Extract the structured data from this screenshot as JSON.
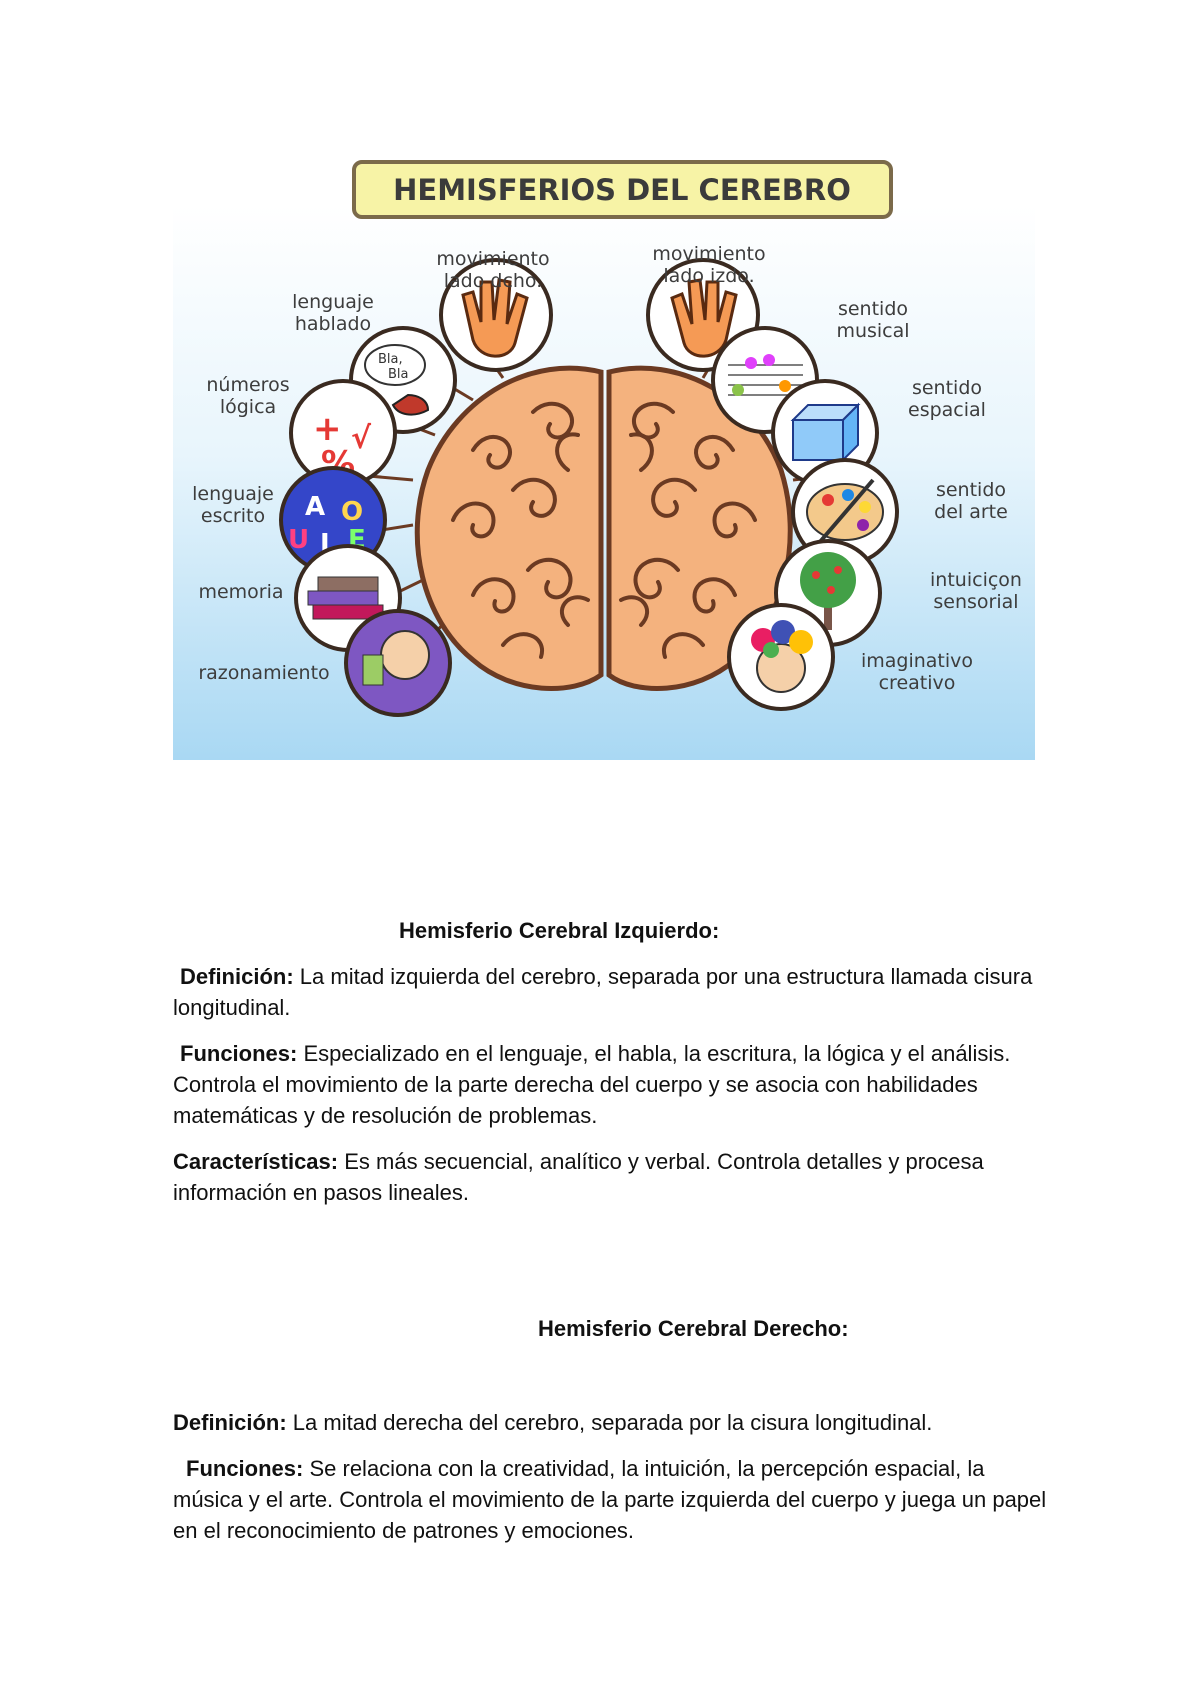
{
  "infographic": {
    "title": "HEMISFERIOS DEL CEREBRO",
    "left_labels": [
      {
        "id": "hablado",
        "lines": [
          "lenguaje",
          "hablado"
        ]
      },
      {
        "id": "numeros",
        "lines": [
          "números",
          "lógica"
        ]
      },
      {
        "id": "escrito",
        "lines": [
          "lenguaje",
          "escrito"
        ]
      },
      {
        "id": "memoria",
        "lines": [
          "memoria"
        ]
      },
      {
        "id": "razonamiento",
        "lines": [
          "razonamiento"
        ]
      }
    ],
    "right_labels": [
      {
        "id": "musical",
        "lines": [
          "sentido",
          "musical"
        ]
      },
      {
        "id": "espacial",
        "lines": [
          "sentido",
          "espacial"
        ]
      },
      {
        "id": "arte",
        "lines": [
          "sentido",
          "del arte"
        ]
      },
      {
        "id": "intuicion",
        "lines": [
          "intuiciçon",
          "sensorial"
        ]
      },
      {
        "id": "creativo",
        "lines": [
          "imaginativo",
          "creativo"
        ]
      }
    ],
    "top_labels": [
      {
        "id": "mov-dcho",
        "lines": [
          "movimiento",
          "lado dcho."
        ]
      },
      {
        "id": "mov-izdo",
        "lines": [
          "movimiento",
          "lado izdo."
        ]
      }
    ],
    "bubble_text": [
      "Bla,",
      "Bla"
    ],
    "math_symbols": [
      "+",
      "√",
      "%"
    ],
    "vowels": [
      "A",
      "O",
      "U",
      "I",
      "E"
    ],
    "colors": {
      "banner": "#f7f3a6",
      "banner_border": "#7b6a4a",
      "brain": "#f4b27e",
      "brain_line": "#6b3a22",
      "sky_top": "#ffffff",
      "sky_bottom": "#a9d8f3"
    }
  },
  "left": {
    "heading": "Hemisferio Cerebral Izquierdo:",
    "definicion_label": "Definición:",
    "definicion_text": "La mitad izquierda del cerebro, separada por una estructura llamada cisura longitudinal.",
    "funciones_label": "Funciones:",
    "funciones_text": "Especializado en el lenguaje, el habla, la escritura, la lógica y el análisis. Controla el movimiento de la parte derecha del cuerpo y se asocia con habilidades matemáticas y de resolución de problemas.",
    "caracteristicas_label": "Características:",
    "caracteristicas_text": "Es más secuencial, analítico y verbal. Controla detalles y procesa información en pasos lineales."
  },
  "right": {
    "heading": "Hemisferio Cerebral Derecho:",
    "definicion_label": "Definición:",
    "definicion_text": "La mitad derecha del cerebro, separada por la cisura longitudinal.",
    "funciones_label": "Funciones:",
    "funciones_text": "Se relaciona con la creatividad, la intuición, la percepción espacial, la música y el arte. Controla el movimiento de la parte izquierda del cuerpo y juega un papel en el reconocimiento de patrones y emociones."
  }
}
